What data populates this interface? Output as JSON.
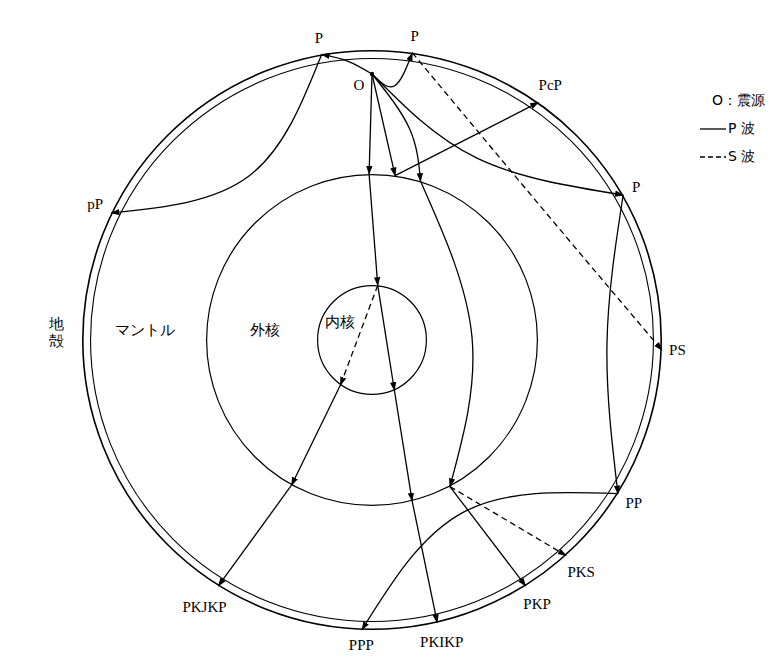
{
  "diagram": {
    "nodes": [
      {
        "text": [
          "地殻"
        ]
      },
      {
        "text": [
          "マントル"
        ],
        "in": 0
      },
      {
        "text": [
          "外核"
        ],
        "in": 1
      },
      {
        "text": [
          "内核"
        ],
        "in": 2
      }
    ],
    "labels": [
      "P",
      "O",
      "P",
      "PcP",
      "pP",
      "P",
      "PS",
      "PP",
      "PKS",
      "PKP",
      "PKIKP",
      "PPP",
      "PKJKP"
    ],
    "legend": [
      {
        "text": "O：震源"
      },
      {
        "text": "P 波"
      },
      {
        "text": "S 波"
      }
    ]
  }
}
